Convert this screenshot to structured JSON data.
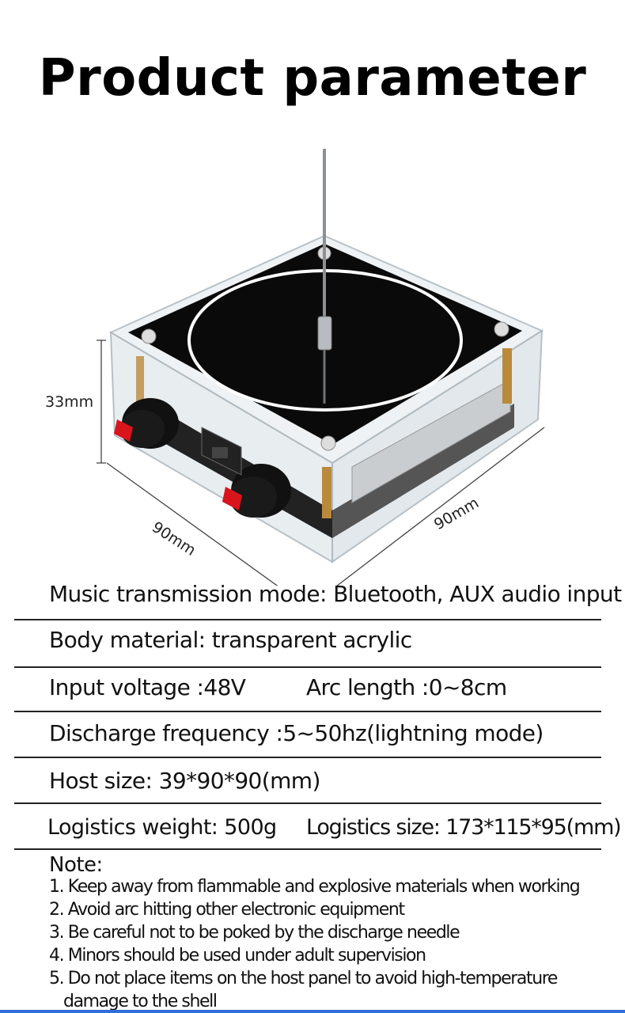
{
  "title": "Product parameter",
  "dimensions": {
    "height": "33mm",
    "length_left": "90mm",
    "length_right": "90mm"
  },
  "params": {
    "music_mode": "Music transmission mode: Bluetooth, AUX audio input",
    "body_material": "Body material: transparent acrylic",
    "input_voltage": "Input voltage :48V",
    "arc_length": "Arc length :0~8cm",
    "discharge_frequency": "Discharge frequency :5~50hz(lightning mode)",
    "host_size": "Host size: 39*90*90(mm)",
    "logistics_weight": "Logistics weight: 500g",
    "logistics_size": "Logistics size: 173*115*95(mm)"
  },
  "note": {
    "heading": "Note:",
    "items": [
      "1. Keep away from flammable and explosive materials when working",
      "2. Avoid arc hitting other electronic equipment",
      "3. Be careful not to be poked by the discharge needle",
      "4. Minors should be used under adult supervision",
      "5. Do not place items on the host panel to avoid high-temperature damage to the shell"
    ]
  },
  "colors": {
    "accent_bar": "#2f6fd6",
    "knob_red": "#d8141c",
    "panel_black": "#0a0a0a"
  }
}
